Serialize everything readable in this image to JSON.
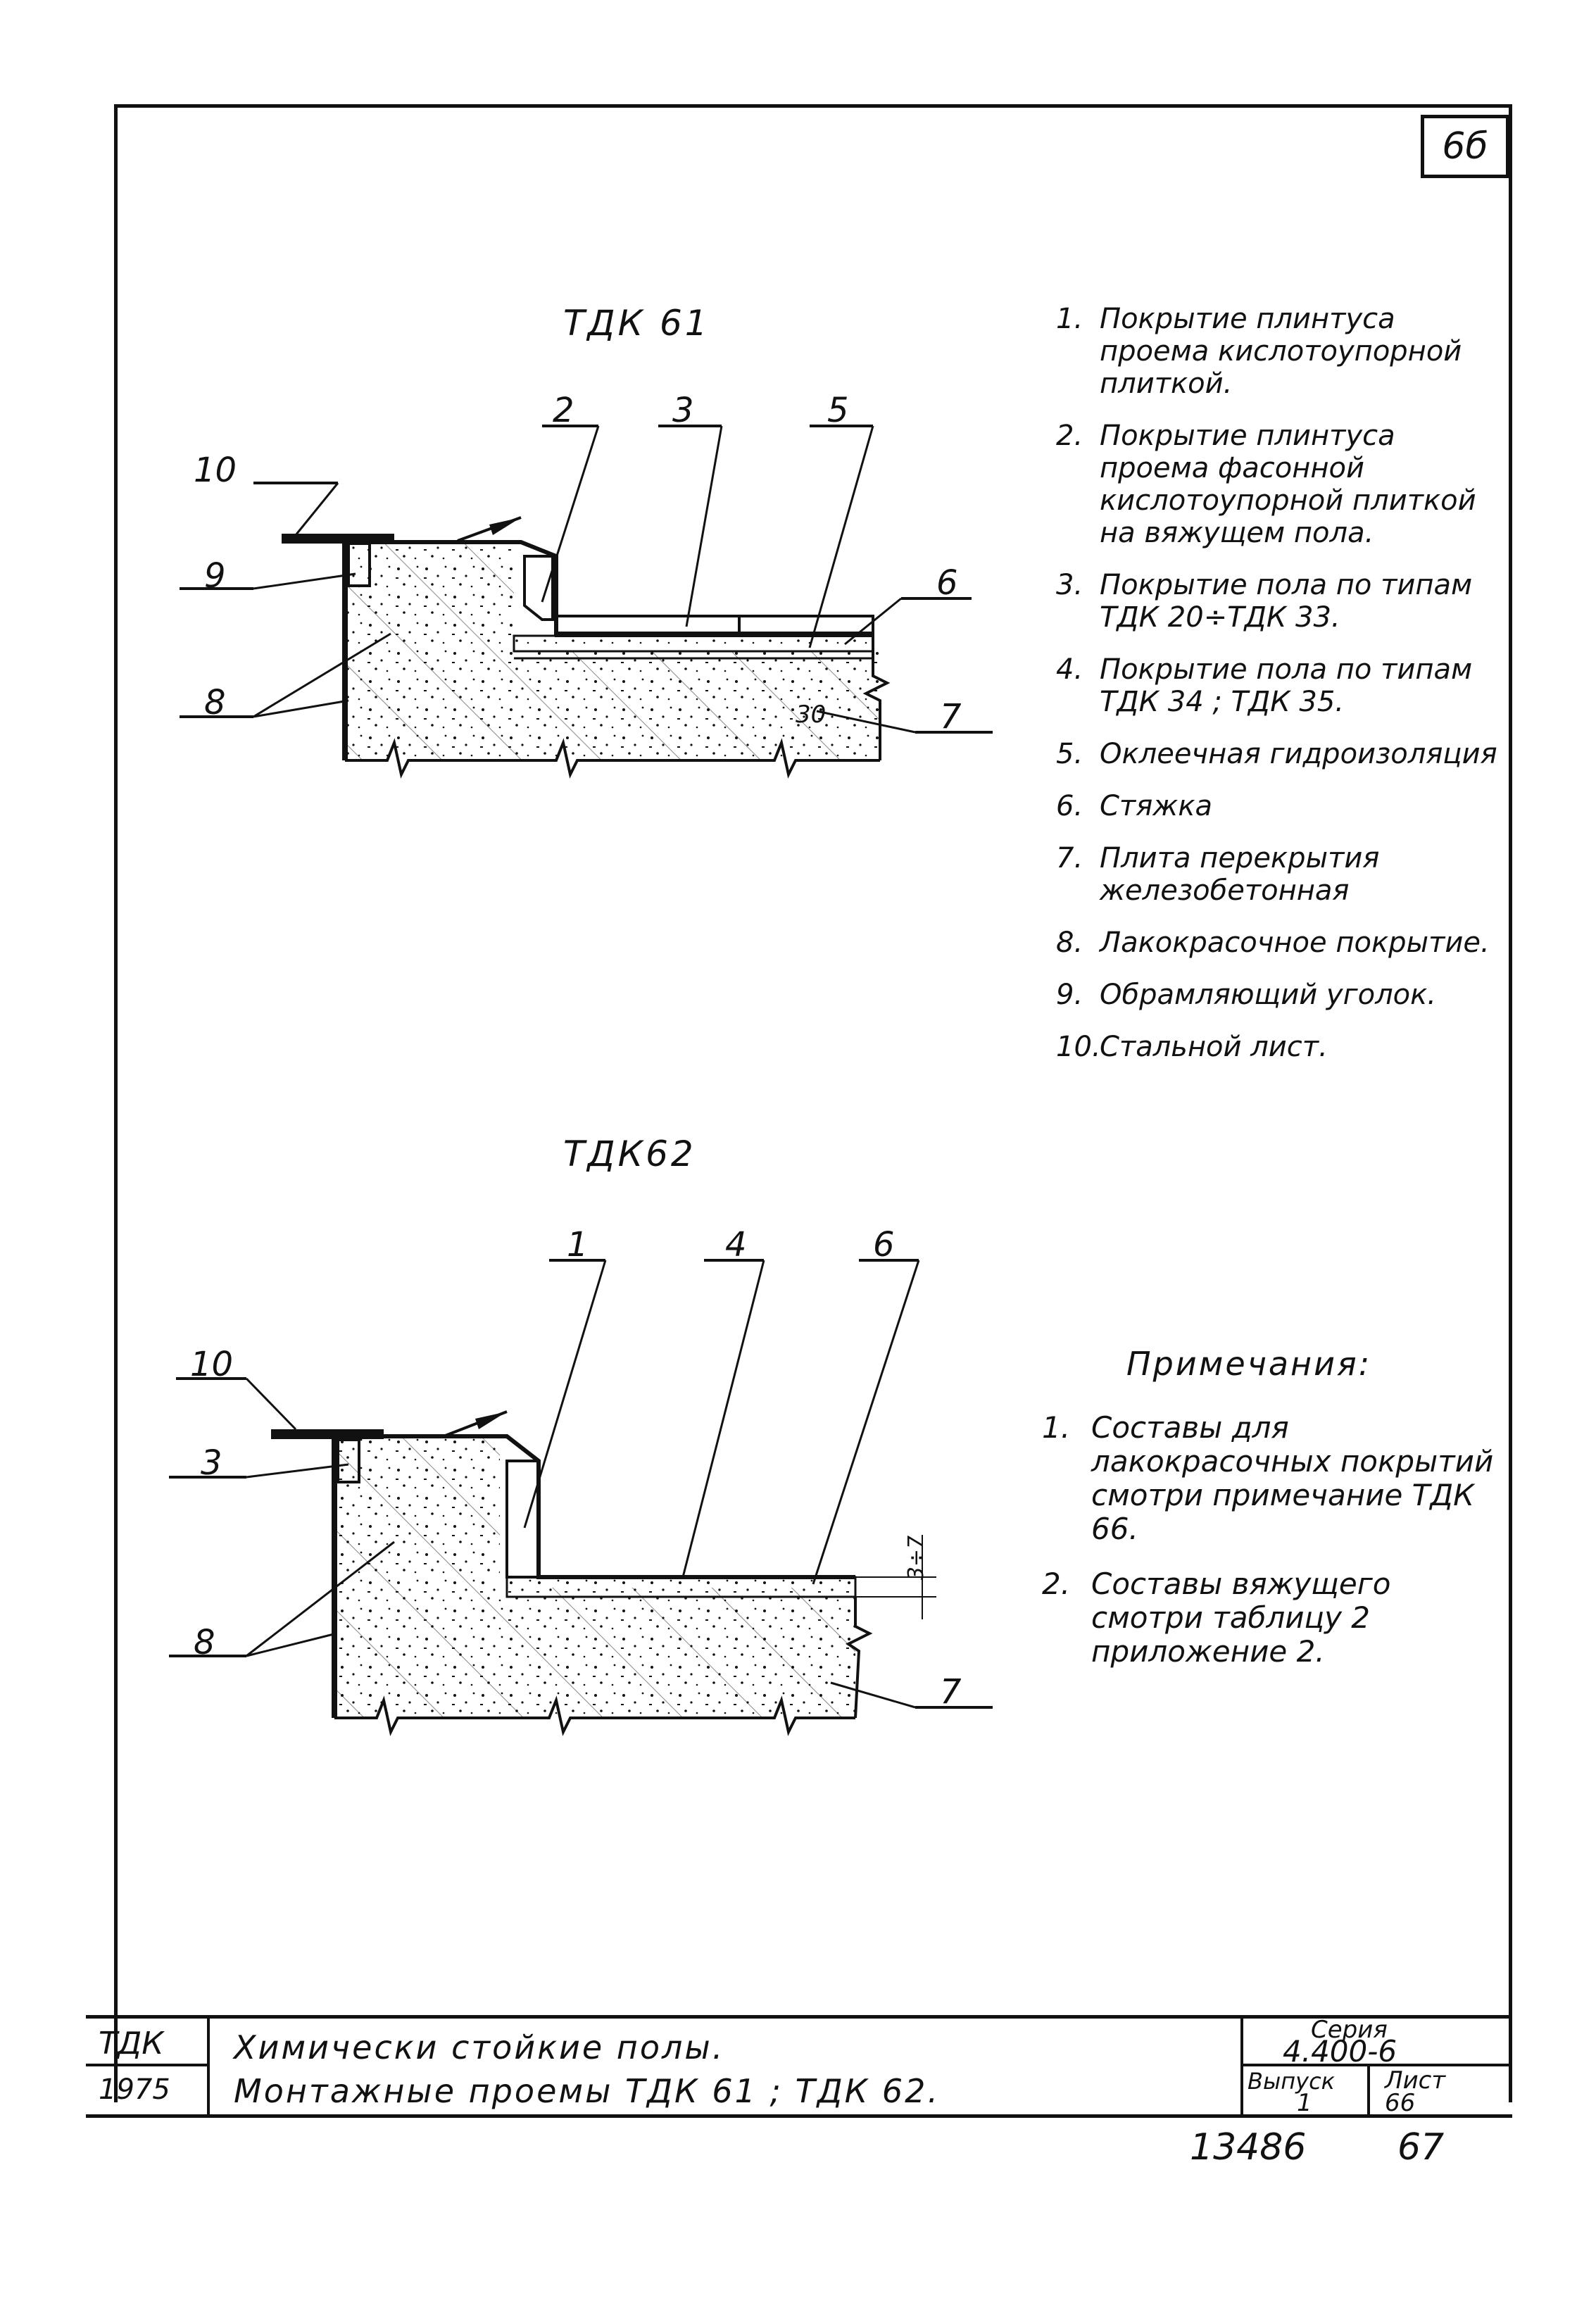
{
  "sheet_number": "6б",
  "diagram_top": {
    "title": "ТДК 61",
    "callouts": [
      "10",
      "9",
      "8",
      "2",
      "3",
      "5",
      "6",
      "7"
    ],
    "angle_label": "30"
  },
  "diagram_bottom": {
    "title": "ТДК62",
    "callouts": [
      "10",
      "3",
      "8",
      "1",
      "4",
      "6",
      "7"
    ],
    "dimension_label": "3÷7"
  },
  "legend": [
    {
      "num": "1.",
      "text": "Покрытие плинтуса проема кислотоупорной плиткой."
    },
    {
      "num": "2.",
      "text": "Покрытие плинтуса проема фасонной кислотоупорной плиткой на вяжущем пола."
    },
    {
      "num": "3.",
      "text": "Покрытие пола по типам ТДК 20÷ТДК 33."
    },
    {
      "num": "4.",
      "text": "Покрытие пола по типам ТДК 34 ; ТДК 35."
    },
    {
      "num": "5.",
      "text": "Оклеечная гидроизоляция"
    },
    {
      "num": "6.",
      "text": "Стяжка"
    },
    {
      "num": "7.",
      "text": "Плита перекрытия железобетонная"
    },
    {
      "num": "8.",
      "text": "Лакокрасочное покрытие."
    },
    {
      "num": "9.",
      "text": "Обрамляющий уголок."
    },
    {
      "num": "10.",
      "text": "Стальной лист."
    }
  ],
  "notes": {
    "heading": "Примечания:",
    "items": [
      {
        "num": "1.",
        "text": "Составы для лакокрасочных покрытий смотри примечание ТДК 66."
      },
      {
        "num": "2.",
        "text": "Составы вяжущего смотри таблицу 2 приложение 2."
      }
    ]
  },
  "title_block": {
    "code": "ТДК",
    "year": "1975",
    "title_line1": "Химически стойкие полы.",
    "title_line2": "Монтажные проемы ТДК 61 ; ТДК 62.",
    "series_label": "Серия",
    "series_value": "4.400-6",
    "issue_label": "Выпуск",
    "issue_value": "1",
    "sheet_label": "Лист",
    "sheet_value": "66"
  },
  "bottom_numbers": {
    "left": "13486",
    "right": "67"
  }
}
